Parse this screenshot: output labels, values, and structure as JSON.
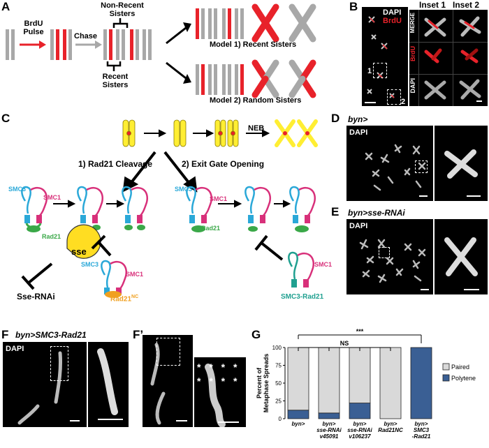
{
  "panels": {
    "A": {
      "label": "A",
      "brdu_pulse": "BrdU Pulse",
      "chase": "Chase",
      "non_recent_sisters": "Non-Recent Sisters",
      "recent_sisters": "Recent Sisters",
      "model1": "Model 1) Recent Sisters",
      "model2": "Model 2) Random Sisters"
    },
    "B": {
      "label": "B",
      "dapi": "DAPI",
      "brdu": "BrdU",
      "inset1": "Inset 1",
      "inset2": "Inset 2",
      "merge": "MERGE",
      "brdu_v": "BrdU",
      "dapi_v": "DAPI",
      "box1": "1",
      "box2": "2"
    },
    "C": {
      "label": "C",
      "neb": "NEB",
      "path1": "1) Rad21 Cleavage",
      "path2": "2) Exit Gate Opening",
      "smc3": "SMC3",
      "smc1": "SMC1",
      "rad21": "Rad21",
      "sse": "sse",
      "sse_rnai": "Sse-RNAi",
      "rad21nc": "Rad21",
      "rad21nc_sup": "NC",
      "smc3_rad21": "SMC3-Rad21"
    },
    "D": {
      "label": "D",
      "genotype": "byn>",
      "dapi": "DAPI"
    },
    "E": {
      "label": "E",
      "genotype": "byn>sse-RNAi",
      "dapi": "DAPI"
    },
    "F": {
      "label": "F",
      "genotype": "byn>SMC3-Rad21",
      "dapi": "DAPI"
    },
    "F2": {
      "label": "F’",
      "stars": "* * * * * * * *"
    },
    "G": {
      "label": "G"
    }
  },
  "colors": {
    "red": "#e8222a",
    "gray": "#a8a8a8",
    "yellow": "#ffee33",
    "cyan": "#2aa8d8",
    "magenta": "#d8307a",
    "green": "#3aa848",
    "orange": "#f0a020",
    "teal": "#20a090",
    "paired": "#d9d9d9",
    "polytene": "#3a5f94"
  },
  "chart_data": {
    "type": "bar",
    "stacked": true,
    "categories": [
      "byn>",
      "byn> sse-RNAi v45091",
      "byn> sse-RNAi v106237",
      "byn> Rad21NC",
      "byn> SMC3 -Rad21"
    ],
    "series": [
      {
        "name": "Polytene",
        "values": [
          12,
          8,
          22,
          0,
          100
        ]
      },
      {
        "name": "Paired",
        "values": [
          88,
          92,
          78,
          100,
          0
        ]
      }
    ],
    "ylabel": "Percent of Metaphase Spreads",
    "ylim": [
      0,
      100
    ],
    "yticks": [
      0,
      25,
      50,
      75,
      100
    ],
    "significance": [
      "***",
      "NS"
    ],
    "legend": "right"
  }
}
